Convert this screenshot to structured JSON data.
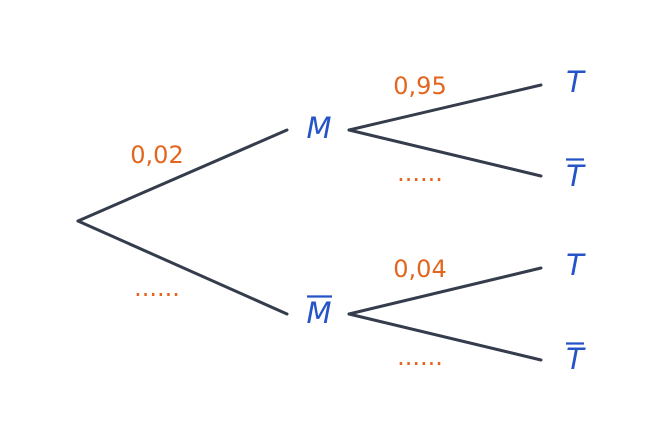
{
  "colors": {
    "branch": "#353c4c",
    "node": "#2553c8",
    "probability": "#e3661f",
    "background": "#ffffff"
  },
  "tree": {
    "first_level": {
      "upper": {
        "event": "M",
        "complement": false,
        "probability": "0,02"
      },
      "lower": {
        "event": "M",
        "complement": true,
        "probability": "......"
      }
    },
    "second_level_upper": {
      "upper": {
        "event": "T",
        "complement": false,
        "probability": "0,95"
      },
      "lower": {
        "event": "T",
        "complement": true,
        "probability": "......"
      }
    },
    "second_level_lower": {
      "upper": {
        "event": "T",
        "complement": false,
        "probability": "0,04"
      },
      "lower": {
        "event": "T",
        "complement": true,
        "probability": "......"
      }
    }
  }
}
